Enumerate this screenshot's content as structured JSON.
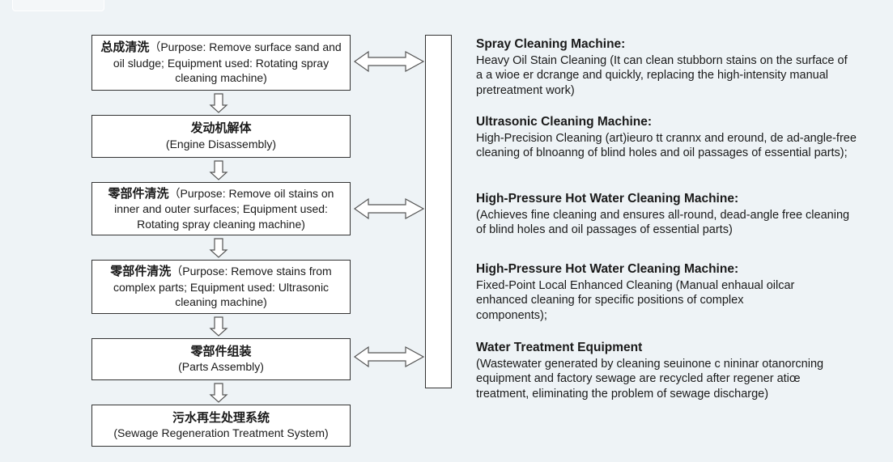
{
  "flow": [
    {
      "zh": "总成清洗",
      "en": "（Purpose: Remove surface sand and oil sludge; Equipment used: Rotating spray cleaning machine)",
      "inline": true
    },
    {
      "zh": "发动机解体",
      "en": "(Engine Disassembly)",
      "inline": false
    },
    {
      "zh": "零部件清洗",
      "en": "（Purpose: Remove oil stains on inner and outer surfaces; Equipment used: Rotating spray cleaning machine)",
      "inline": true
    },
    {
      "zh": "零部件清洗",
      "en": "（Purpose: Remove stains from complex parts; Equipment used: Ultrasonic cleaning machine)",
      "inline": true
    },
    {
      "zh": "零部件组装",
      "en": "(Parts Assembly)",
      "inline": false
    },
    {
      "zh": "污水再生处理系统",
      "en": "(Sewage Regeneration Treatment System)",
      "inline": false
    }
  ],
  "equipment": [
    {
      "title": "Spray Cleaning Machine:",
      "text": "Heavy Oil Stain Cleaning (It can clean stubborn stains on the surface of a a wioe er dcrange and quickly, replacing the high-intensity manual pretreatment work)"
    },
    {
      "title": "Ultrasonic Cleaning Machine:",
      "text": "High-Precision Cleaning (art)ieuro tt crannx and eround, de ad-angle-free cleaning of blnoanng of blind holes and oil passages of essential parts);"
    },
    {
      "title": "High-Pressure Hot Water Cleaning Machine:",
      "text": "(Achieves fine cleaning and ensures all-round, dead-angle free cleaning of blind holes and oil passages of essential parts)"
    },
    {
      "title": "High-Pressure Hot Water Cleaning Machine:",
      "text": "Fixed-Point Local Enhanced Cleaning (Manual enhaual oilcar enhanced cleaning for specific positions of complex components);"
    },
    {
      "title": "Water Treatment Equipment",
      "text": "(Wastewater generated by cleaning seuinone c nininar otanorcning equipment and factory sewage are recycled after regener atiœ treatment, eliminating the problem of sewage discharge)"
    }
  ]
}
